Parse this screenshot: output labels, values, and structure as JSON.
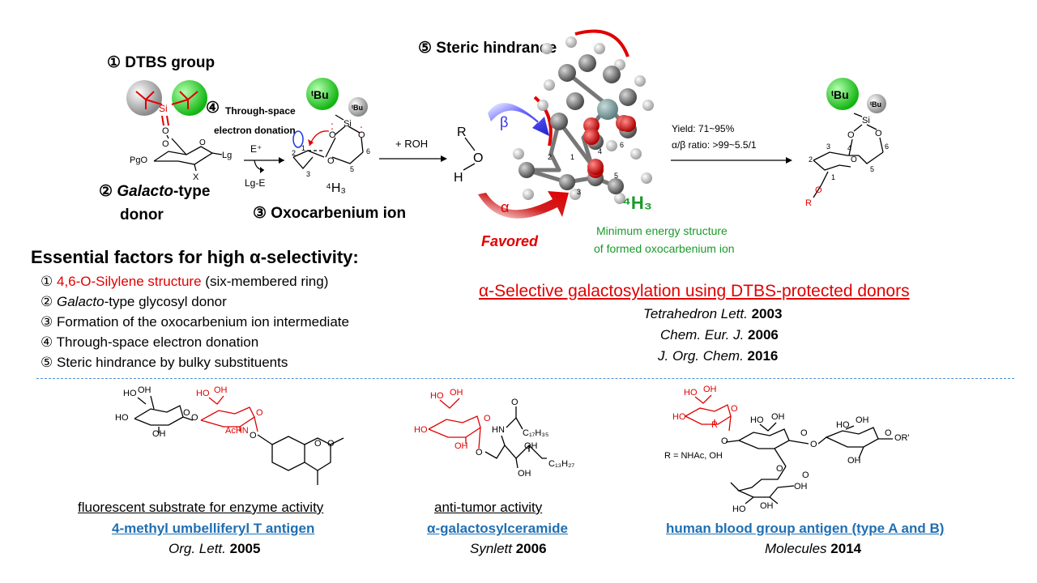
{
  "top": {
    "dtbs_group": "① DTBS group",
    "through_space_num": "④",
    "through_space_1": "Through-space",
    "through_space_2": "electron donation",
    "galacto_num": "②",
    "galacto_it": "Galacto",
    "galacto_rest": "-type",
    "donor": "donor",
    "oxocarbenium": "③ Oxocarbenium ion",
    "steric": "⑤ Steric hindrance",
    "e_plus": "E⁺",
    "lg_e": "Lg-E",
    "plus_roh": "+ ROH",
    "favored": "Favored",
    "alpha": "α",
    "beta": "β",
    "h3_left": "⁴H₃",
    "h3_center": "⁴H₃",
    "min_energy_1": "Minimum energy structure",
    "min_energy_2": "of formed oxocarbenium ion",
    "yield": "Yield: 71~95%",
    "ratio": "α/β ratio: >99~5.5/1"
  },
  "mol_labels": {
    "tbu": "tBu",
    "si": "Si",
    "pgo": "PgO",
    "lg": "Lg",
    "x": "X",
    "o": "O",
    "r": "R",
    "h": "H",
    "n1": "1",
    "n2": "2",
    "n3": "3",
    "n4": "4",
    "n5": "5",
    "n6": "6"
  },
  "factors": {
    "heading": "Essential factors for high α-selectivity:",
    "items": [
      {
        "num": "①",
        "red": "4,6-O-Silylene structure",
        "rest": " (six-membered  ring)"
      },
      {
        "num": "②",
        "it": "Galacto",
        "rest": "-type glycosyl donor"
      },
      {
        "num": "③",
        "rest": "Formation of the oxocarbenium ion intermediate"
      },
      {
        "num": "④",
        "rest": "Through-space electron donation"
      },
      {
        "num": "⑤",
        "rest": "Steric hindrance by bulky substituents"
      }
    ]
  },
  "title_section": {
    "title": "α-Selective galactosylation using DTBS-protected donors",
    "refs": [
      {
        "journal": "Tetrahedron Lett.",
        "year": "2003"
      },
      {
        "journal": "Chem. Eur. J.",
        "year": "2006"
      },
      {
        "journal": "J. Org. Chem.",
        "year": "2016"
      }
    ]
  },
  "bottom": {
    "left": {
      "line1": "fluorescent  substrate for enzyme activity",
      "line2": "4-methyl umbelliferyl T antigen",
      "journal": "Org. Lett.",
      "year": "2005"
    },
    "middle": {
      "line1": "anti-tumor activity",
      "line2": "α-galactosylceramide",
      "journal": "Synlett",
      "year": "2006"
    },
    "right": {
      "line1": "human blood group antigen (type A and B)",
      "journal": "Molecules",
      "year": "2014",
      "r_def": "R = NHAc, OH"
    }
  },
  "colors": {
    "red": "#e00000",
    "green": "#1a9a2a",
    "blue": "#1f6fb3",
    "dashed": "#4a90d0"
  }
}
